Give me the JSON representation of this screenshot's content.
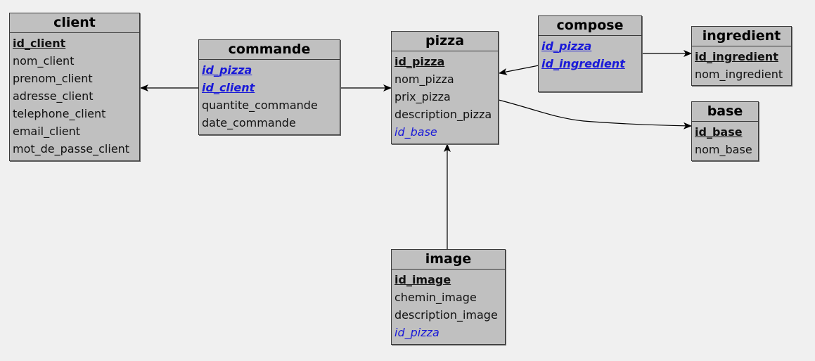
{
  "entities": {
    "client": {
      "title": "client",
      "attributes": [
        {
          "name": "id_client",
          "kind": "pk"
        },
        {
          "name": "nom_client",
          "kind": "plain"
        },
        {
          "name": "prenom_client",
          "kind": "plain"
        },
        {
          "name": "adresse_client",
          "kind": "plain"
        },
        {
          "name": "telephone_client",
          "kind": "plain"
        },
        {
          "name": "email_client",
          "kind": "plain"
        },
        {
          "name": "mot_de_passe_client",
          "kind": "plain"
        }
      ]
    },
    "commande": {
      "title": "commande",
      "attributes": [
        {
          "name": "id_pizza",
          "kind": "pkfk"
        },
        {
          "name": "id_client",
          "kind": "pkfk"
        },
        {
          "name": "quantite_commande",
          "kind": "plain"
        },
        {
          "name": "date_commande",
          "kind": "plain"
        }
      ]
    },
    "pizza": {
      "title": "pizza",
      "attributes": [
        {
          "name": "id_pizza",
          "kind": "pk"
        },
        {
          "name": "nom_pizza",
          "kind": "plain"
        },
        {
          "name": "prix_pizza",
          "kind": "plain"
        },
        {
          "name": "description_pizza",
          "kind": "plain"
        },
        {
          "name": "id_base",
          "kind": "fk"
        }
      ]
    },
    "compose": {
      "title": "compose",
      "attributes": [
        {
          "name": "id_pizza",
          "kind": "pkfk"
        },
        {
          "name": "id_ingredient",
          "kind": "pkfk"
        }
      ]
    },
    "ingredient": {
      "title": "ingredient",
      "attributes": [
        {
          "name": "id_ingredient",
          "kind": "pk"
        },
        {
          "name": "nom_ingredient",
          "kind": "plain"
        }
      ]
    },
    "base": {
      "title": "base",
      "attributes": [
        {
          "name": "id_base",
          "kind": "pk"
        },
        {
          "name": "nom_base",
          "kind": "plain"
        }
      ]
    },
    "image": {
      "title": "image",
      "attributes": [
        {
          "name": "id_image",
          "kind": "pk"
        },
        {
          "name": "chemin_image",
          "kind": "plain"
        },
        {
          "name": "description_image",
          "kind": "plain"
        },
        {
          "name": "id_pizza",
          "kind": "fk"
        }
      ]
    }
  },
  "colors": {
    "background": "#f0f0f0",
    "entity_fill": "#c0c0c0",
    "border": "#3a3a3a",
    "foreign_key": "#1a1ad8",
    "link": "#000000"
  },
  "relations": [
    {
      "from": "commande",
      "to": "client"
    },
    {
      "from": "commande",
      "to": "pizza"
    },
    {
      "from": "compose",
      "to": "pizza"
    },
    {
      "from": "compose",
      "to": "ingredient"
    },
    {
      "from": "pizza",
      "to": "base"
    },
    {
      "from": "image",
      "to": "pizza"
    }
  ]
}
